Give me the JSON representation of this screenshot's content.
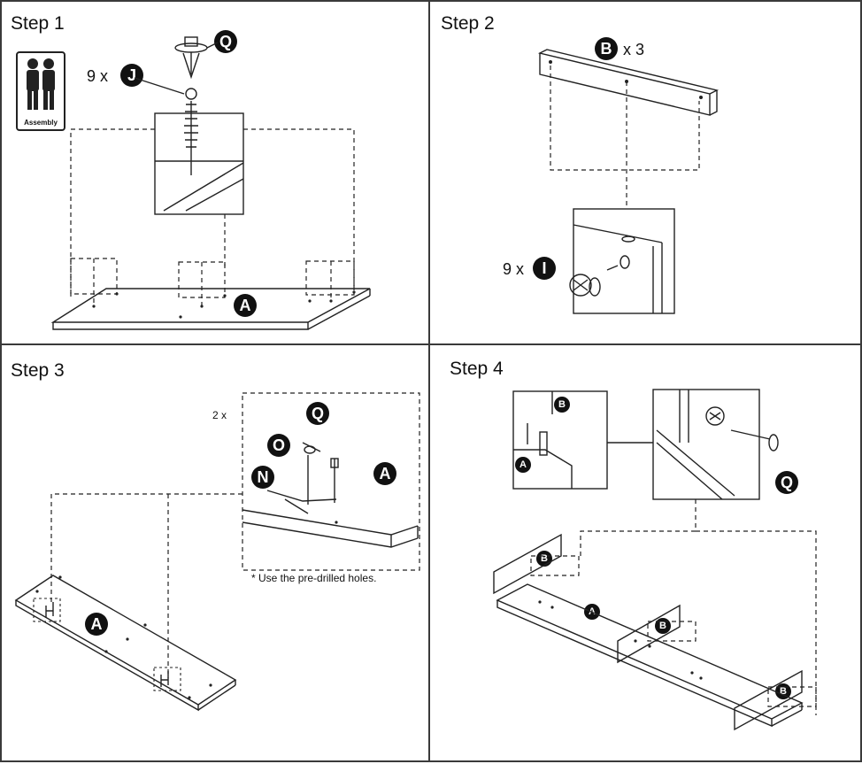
{
  "step1": {
    "title": "Step 1",
    "qty_text": "9 x",
    "assembly_label": "Assembly",
    "part_labels": [
      "Q",
      "J",
      "A"
    ]
  },
  "step2": {
    "title": "Step 2",
    "part_b_qty": "x 3",
    "qty_text": "9 x",
    "part_labels": [
      "B",
      "I"
    ]
  },
  "step3": {
    "title": "Step 3",
    "qty_text": "2 x",
    "note": "* Use the pre-drilled holes.",
    "part_labels": [
      "Q",
      "O",
      "N",
      "A",
      "A"
    ]
  },
  "step4": {
    "title": "Step 4",
    "part_labels": [
      "B",
      "A",
      "Q",
      "B",
      "A",
      "B",
      "B"
    ]
  }
}
